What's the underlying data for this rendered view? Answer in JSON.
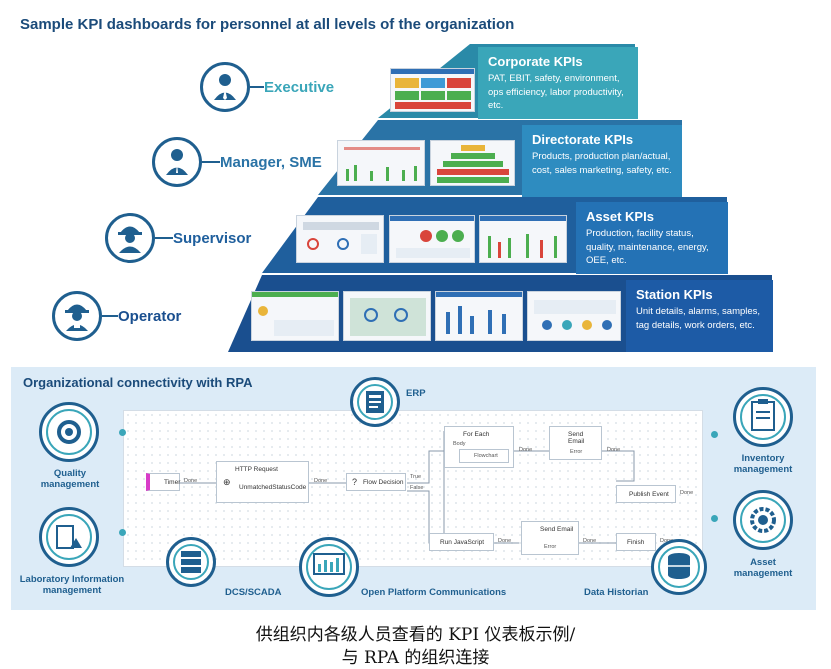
{
  "header": {
    "title": "Sample KPI dashboards for personnel at all levels of the organization"
  },
  "pyramid": {
    "tiers": [
      {
        "role": "Executive",
        "kpi_title": "Corporate KPIs",
        "kpi_desc": "PAT, EBIT, safety, environment, ops efficiency, labor productivity, etc.",
        "color": "#3aa6b9",
        "icon": "executive-icon"
      },
      {
        "role": "Manager, SME",
        "kpi_title": "Directorate KPIs",
        "kpi_desc": "Products, production plan/actual, cost, sales marketing, safety, etc.",
        "color": "#2e8cc0",
        "icon": "manager-icon"
      },
      {
        "role": "Supervisor",
        "kpi_title": "Asset KPIs",
        "kpi_desc": "Production, facility status, quality, maintenance, energy, OEE, etc.",
        "color": "#2472b5",
        "icon": "supervisor-hardhat-icon"
      },
      {
        "role": "Operator",
        "kpi_title": "Station KPIs",
        "kpi_desc": "Unit details, alarms, samples, tag details, work orders, etc.",
        "color": "#1d5ba6",
        "icon": "operator-hardhat-icon"
      }
    ]
  },
  "rpa": {
    "title": "Organizational connectivity with RPA",
    "systems": {
      "erp": "ERP",
      "quality": "Quality management",
      "lims": "Laboratory Information management",
      "dcs": "DCS/SCADA",
      "opc": "Open Platform Communications",
      "historian": "Data Historian",
      "inventory": "Inventory management",
      "asset": "Asset management"
    },
    "flow": {
      "timer": "Timer",
      "http_title": "HTTP Request",
      "http_sub": "UnmatchedStatusCode",
      "decision": "Flow Decision",
      "foreach_title": "For Each",
      "foreach_body": "Body",
      "flowchart": "Flowchart",
      "send_email_1": "Send Email",
      "send_email_2": "Send Email",
      "error": "Error",
      "publish": "Publish Event",
      "runjs": "Run JavaScript",
      "finish": "Finish",
      "done": "Done",
      "true": "True",
      "false": "False"
    }
  },
  "caption": {
    "line1": "供组织内各级人员查看的 KPI 仪表板示例/",
    "line2": "与 RPA 的组织连接"
  }
}
